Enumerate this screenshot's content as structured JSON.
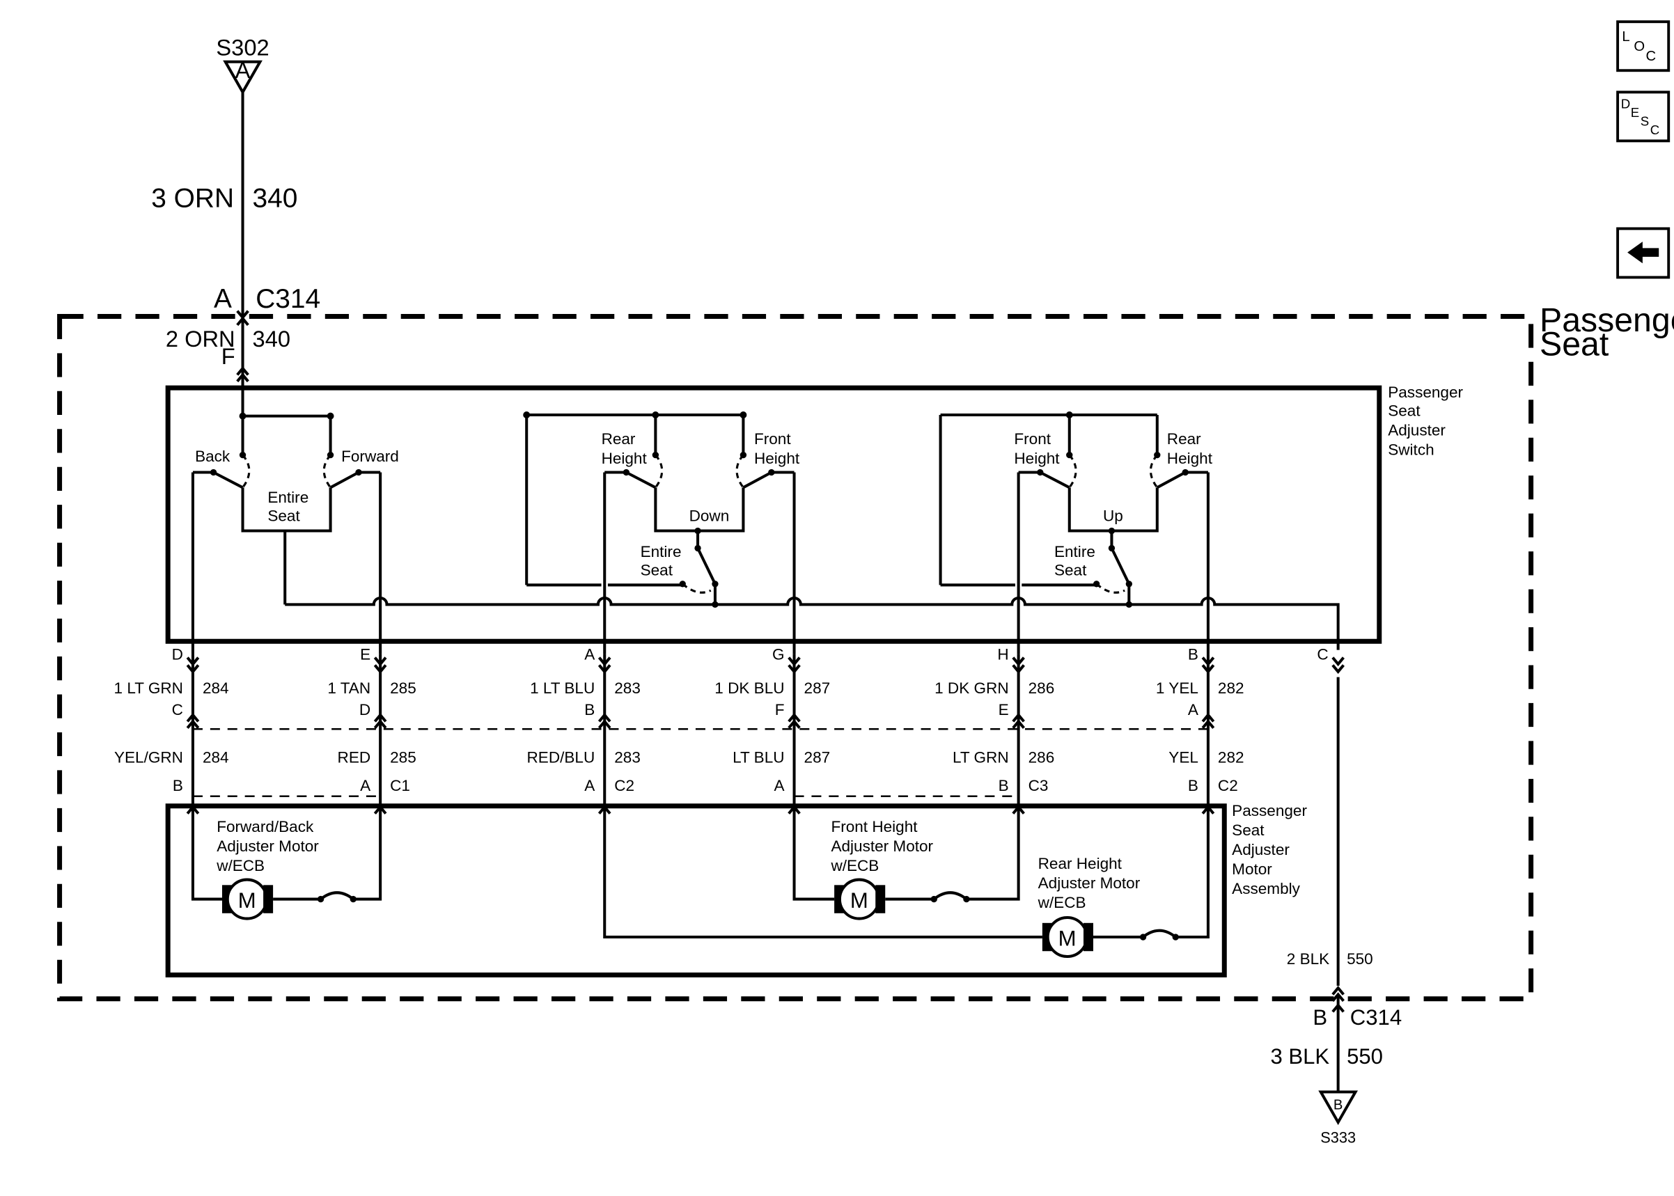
{
  "splices": {
    "top": {
      "id": "S302",
      "letter": "A"
    },
    "bottom": {
      "id": "S333",
      "letter": "B"
    }
  },
  "feed_wire": {
    "gauge_color": "3 ORN",
    "circuit": "340",
    "pin": "A",
    "connector": "C314"
  },
  "inner_feed": {
    "gauge_color": "2 ORN",
    "circuit": "340",
    "pin": "F"
  },
  "ground_wire": {
    "gauge_color": "3 BLK",
    "circuit": "550",
    "pin": "B",
    "connector": "C314"
  },
  "inner_ground": {
    "gauge_color": "2 BLK",
    "circuit": "550"
  },
  "outer_label": {
    "line1": "Passenger",
    "line2": "Seat"
  },
  "switch_label": {
    "line1": "Passenger",
    "line2": "Seat",
    "line3": "Adjuster",
    "line4": "Switch"
  },
  "motor_label": {
    "line1": "Passenger",
    "line2": "Seat",
    "line3": "Adjuster",
    "line4": "Motor",
    "line5": "Assembly"
  },
  "switch_text": {
    "back": "Back",
    "forward": "Forward",
    "entire": "Entire",
    "seat": "Seat",
    "rear": "Rear",
    "front": "Front",
    "height": "Height",
    "down": "Down",
    "up": "Up"
  },
  "columns": [
    {
      "top_pin": "D",
      "upper_wire": "1 LT GRN",
      "upper_circ": "284",
      "mid_pin": "C",
      "lower_wire": "YEL/GRN",
      "lower_circ": "284",
      "bottom_pin": "B",
      "conn": ""
    },
    {
      "top_pin": "E",
      "upper_wire": "1 TAN",
      "upper_circ": "285",
      "mid_pin": "D",
      "lower_wire": "RED",
      "lower_circ": "285",
      "bottom_pin": "A",
      "conn": "C1"
    },
    {
      "top_pin": "A",
      "upper_wire": "1 LT BLU",
      "upper_circ": "283",
      "mid_pin": "B",
      "lower_wire": "RED/BLU",
      "lower_circ": "283",
      "bottom_pin": "A",
      "conn": "C2"
    },
    {
      "top_pin": "G",
      "upper_wire": "1 DK BLU",
      "upper_circ": "287",
      "mid_pin": "F",
      "lower_wire": "LT BLU",
      "lower_circ": "287",
      "bottom_pin": "A",
      "conn": ""
    },
    {
      "top_pin": "H",
      "upper_wire": "1 DK GRN",
      "upper_circ": "286",
      "mid_pin": "E",
      "lower_wire": "LT GRN",
      "lower_circ": "286",
      "bottom_pin": "B",
      "conn": "C3"
    },
    {
      "top_pin": "B",
      "upper_wire": "1 YEL",
      "upper_circ": "282",
      "mid_pin": "A",
      "lower_wire": "YEL",
      "lower_circ": "282",
      "bottom_pin": "B",
      "conn": "C2"
    },
    {
      "top_pin": "C"
    }
  ],
  "motors": {
    "fb": {
      "l1": "Forward/Back",
      "l2": "Adjuster Motor",
      "l3": "w/ECB",
      "symbol": "M"
    },
    "front": {
      "l1": "Front Height",
      "l2": "Adjuster Motor",
      "l3": "w/ECB",
      "symbol": "M"
    },
    "rear": {
      "l1": "Rear Height",
      "l2": "Adjuster Motor",
      "l3": "w/ECB",
      "symbol": "M"
    }
  },
  "nav": {
    "loc": {
      "letters": [
        "L",
        "O",
        "C"
      ]
    },
    "desc": {
      "letters": [
        "D",
        "E",
        "S",
        "C"
      ]
    },
    "back_icon": "left-arrow-icon"
  }
}
